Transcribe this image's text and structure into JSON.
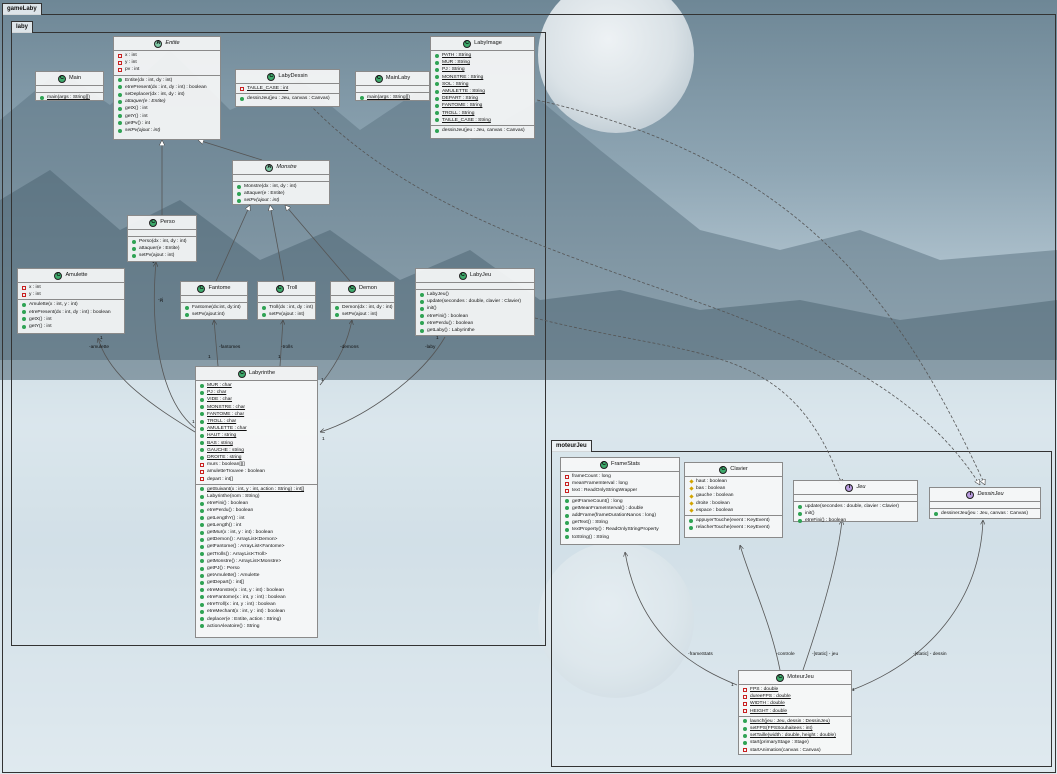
{
  "packages": {
    "outer": "gameLaby",
    "laby": "laby",
    "moteur": "moteurJeu"
  },
  "classes": {
    "entite": {
      "kind": "A",
      "name": "Entite",
      "italic": true,
      "fields": [
        {
          "v": "pv",
          "t": "x : int"
        },
        {
          "v": "pv",
          "t": "y : int"
        },
        {
          "v": "pv",
          "t": "pv : int"
        }
      ],
      "methods": [
        {
          "v": "pu",
          "t": "Entite(dx : int, dy : int)"
        },
        {
          "v": "pu",
          "t": "etrePresent(dx : int, dy : int) : boolean"
        },
        {
          "v": "pu",
          "t": "seDeplacer(dx : int, dy : int)"
        },
        {
          "v": "pu",
          "t": "attaquer(e : Entite)",
          "s": "ab"
        },
        {
          "v": "pu",
          "t": "getX() : int"
        },
        {
          "v": "pu",
          "t": "getY() : int"
        },
        {
          "v": "pu",
          "t": "getPv() : int"
        },
        {
          "v": "pu",
          "t": "setPv(ajout : int)",
          "s": "ab"
        }
      ]
    },
    "main": {
      "kind": "C",
      "name": "Main",
      "fields": [],
      "methods": [
        {
          "v": "pu",
          "t": "main(args : String[])",
          "s": "st"
        }
      ]
    },
    "labydessin": {
      "kind": "C",
      "name": "LabyDessin",
      "fields": [
        {
          "v": "pv",
          "t": "TAILLE_CASE : int",
          "s": "st"
        }
      ],
      "methods": [
        {
          "v": "pu",
          "t": "dessinJeu(jeu : Jeu, canvas : Canvas)"
        }
      ]
    },
    "mainlaby": {
      "kind": "C",
      "name": "MainLaby",
      "fields": [],
      "methods": [
        {
          "v": "pu",
          "t": "main(args : String[])",
          "s": "st"
        }
      ]
    },
    "labyimage": {
      "kind": "C",
      "name": "LabyImage",
      "fields": [
        {
          "v": "pu",
          "t": "PATH : String",
          "s": "st"
        },
        {
          "v": "pu",
          "t": "MUR : String",
          "s": "st"
        },
        {
          "v": "pu",
          "t": "PJ : String",
          "s": "st"
        },
        {
          "v": "pu",
          "t": "MONSTRE : String",
          "s": "st"
        },
        {
          "v": "pu",
          "t": "SOL : String",
          "s": "st"
        },
        {
          "v": "pu",
          "t": "AMULETTE : String",
          "s": "st"
        },
        {
          "v": "pu",
          "t": "DEPART : String",
          "s": "st"
        },
        {
          "v": "pu",
          "t": "FANTOME : String",
          "s": "st"
        },
        {
          "v": "pu",
          "t": "TROLL : String",
          "s": "st"
        },
        {
          "v": "pu",
          "t": "TAILLE_CASE : String",
          "s": "st"
        }
      ],
      "methods": [
        {
          "v": "pu",
          "t": "dessinJeu(jeu : Jeu, canvas : Canvas)"
        }
      ]
    },
    "monstre": {
      "kind": "A",
      "name": "Monstre",
      "italic": true,
      "fields": [],
      "methods": [
        {
          "v": "pu",
          "t": "Monstre(dx : int, dy : int)"
        },
        {
          "v": "pu",
          "t": "attaquer(e : Entite)"
        },
        {
          "v": "pu",
          "t": "setPv(ajout : int)",
          "s": "ab"
        }
      ]
    },
    "perso": {
      "kind": "C",
      "name": "Perso",
      "fields": [],
      "methods": [
        {
          "v": "pu",
          "t": "Perso(dx : int, dy : int)"
        },
        {
          "v": "pu",
          "t": "attaquer(e : Entite)"
        },
        {
          "v": "pu",
          "t": "setPv(ajout : int)"
        }
      ]
    },
    "amulette": {
      "kind": "C",
      "name": "Amulette",
      "fields": [
        {
          "v": "pv",
          "t": "x : int"
        },
        {
          "v": "pv",
          "t": "y : int"
        }
      ],
      "methods": [
        {
          "v": "pu",
          "t": "Amulette(x : int, y : int)"
        },
        {
          "v": "pu",
          "t": "etrePresent(dx : int, dy : int) : boolean"
        },
        {
          "v": "pu",
          "t": "getX() : int"
        },
        {
          "v": "pu",
          "t": "getY() : int"
        }
      ]
    },
    "fantome": {
      "kind": "C",
      "name": "Fantome",
      "fields": [],
      "methods": [
        {
          "v": "pu",
          "t": "Fantome(dx:int, dy:int)"
        },
        {
          "v": "pu",
          "t": "setPv(ajout:int)"
        }
      ]
    },
    "troll": {
      "kind": "C",
      "name": "Troll",
      "fields": [],
      "methods": [
        {
          "v": "pu",
          "t": "Troll(dx : int, dy : int)"
        },
        {
          "v": "pu",
          "t": "setPv(ajout : int)"
        }
      ]
    },
    "demon": {
      "kind": "C",
      "name": "Demon",
      "fields": [],
      "methods": [
        {
          "v": "pu",
          "t": "Demon(dx : int, dy : int)"
        },
        {
          "v": "pu",
          "t": "setPv(ajout : int)"
        }
      ]
    },
    "labyjeu": {
      "kind": "C",
      "name": "LabyJeu",
      "fields": [],
      "methods": [
        {
          "v": "pu",
          "t": "LabyJeu()"
        },
        {
          "v": "pu",
          "t": "update(secondes : double, clavier : Clavier)"
        },
        {
          "v": "pu",
          "t": "init()"
        },
        {
          "v": "pu",
          "t": "etreFini() : boolean"
        },
        {
          "v": "pu",
          "t": "etrePerdu() : boolean"
        },
        {
          "v": "pu",
          "t": "getLaby() : Labyrinthe"
        }
      ]
    },
    "labyrinthe": {
      "kind": "C",
      "name": "Labyrinthe",
      "fields": [
        {
          "v": "pu",
          "t": "MUR : char",
          "s": "st"
        },
        {
          "v": "pu",
          "t": "PJ : char",
          "s": "st"
        },
        {
          "v": "pu",
          "t": "VIDE : char",
          "s": "st"
        },
        {
          "v": "pu",
          "t": "MONSTRE : char",
          "s": "st"
        },
        {
          "v": "pu",
          "t": "FANTOME : char",
          "s": "st"
        },
        {
          "v": "pu",
          "t": "TROLL : char",
          "s": "st"
        },
        {
          "v": "pu",
          "t": "AMULETTE : char",
          "s": "st"
        },
        {
          "v": "pu",
          "t": "HAUT : string",
          "s": "st"
        },
        {
          "v": "pu",
          "t": "BAS : string",
          "s": "st"
        },
        {
          "v": "pu",
          "t": "GAUCHE : string",
          "s": "st"
        },
        {
          "v": "pu",
          "t": "DROITE : string",
          "s": "st"
        },
        {
          "v": "pv",
          "t": "murs : boolean[][]"
        },
        {
          "v": "pv",
          "t": "amuletteTrouvee : boolean"
        },
        {
          "v": "pv",
          "t": "depart : int[]"
        }
      ],
      "methods": [
        {
          "v": "pu",
          "t": "getSuivant(x : int, y : int, action : String) : int[]",
          "s": "st"
        },
        {
          "v": "pu",
          "t": "Labyrinthe(nom : String)"
        },
        {
          "v": "pu",
          "t": "etreFini() : boolean"
        },
        {
          "v": "pu",
          "t": "etrePerdu() : boolean"
        },
        {
          "v": "pu",
          "t": "getLengthY() : int"
        },
        {
          "v": "pu",
          "t": "getLength() : int"
        },
        {
          "v": "pu",
          "t": "getMur(x : int, y : int) : boolean"
        },
        {
          "v": "pu",
          "t": "getDemon() : ArrayList<Demon>"
        },
        {
          "v": "pu",
          "t": "getFantome() : ArrayList<Fantome>"
        },
        {
          "v": "pu",
          "t": "getTrolls() : ArrayList<Troll>"
        },
        {
          "v": "pu",
          "t": "getMonstre() : ArrayList<Monstre>"
        },
        {
          "v": "pu",
          "t": "getPJ() : Perso"
        },
        {
          "v": "pu",
          "t": "getAmulette() : Amulette"
        },
        {
          "v": "pu",
          "t": "getDepart() : int[]"
        },
        {
          "v": "pu",
          "t": "etreMonstre(x : int, y : int) : boolean"
        },
        {
          "v": "pu",
          "t": "etreFantome(x : int, y : int) : boolean"
        },
        {
          "v": "pu",
          "t": "etreTroll(x : int, y : int) : boolean"
        },
        {
          "v": "pu",
          "t": "etreMechant(x : int, y : int) : boolean"
        },
        {
          "v": "pu",
          "t": "deplacer(e : Entite, action : String)"
        },
        {
          "v": "pu",
          "t": "actionAleatoire() : String"
        }
      ]
    },
    "framestats": {
      "kind": "C",
      "name": "FrameStats",
      "fields": [
        {
          "v": "pv",
          "t": "frameCount : long"
        },
        {
          "v": "pv",
          "t": "meanFrameInterval : long"
        },
        {
          "v": "pv",
          "t": "text : ReadOnlyStringWrapper"
        }
      ],
      "methods": [
        {
          "v": "pu",
          "t": "getFrameCount() : long"
        },
        {
          "v": "pu",
          "t": "getMeanFrameInterval() : double"
        },
        {
          "v": "pu",
          "t": "addFrame(frameDurationNanos : long)"
        },
        {
          "v": "pu",
          "t": "getText() : String"
        },
        {
          "v": "pu",
          "t": "textProperty() : ReadOnlyStringProperty"
        },
        {
          "v": "pu",
          "t": "toString() : String"
        }
      ]
    },
    "clavier": {
      "kind": "C",
      "name": "Clavier",
      "fields": [
        {
          "v": "pt",
          "t": "haut : boolean"
        },
        {
          "v": "pt",
          "t": "bas : boolean"
        },
        {
          "v": "pt",
          "t": "gauche : boolean"
        },
        {
          "v": "pt",
          "t": "droite : boolean"
        },
        {
          "v": "pt",
          "t": "espace : boolean"
        }
      ],
      "methods": [
        {
          "v": "pu",
          "t": "appuyerTouche(event : KeyEvent)"
        },
        {
          "v": "pu",
          "t": "relacherTouche(event : KeyEvent)"
        }
      ]
    },
    "jeu": {
      "kind": "I",
      "name": "Jeu",
      "italic": true,
      "fields": [],
      "methods": [
        {
          "v": "pu",
          "t": "update(secondes : double, clavier : Clavier)"
        },
        {
          "v": "pu",
          "t": "init()"
        },
        {
          "v": "pu",
          "t": "etreFini() : boolean"
        }
      ]
    },
    "dessinjeu": {
      "kind": "I",
      "name": "DessinJeu",
      "italic": true,
      "fields": [],
      "methods": [
        {
          "v": "pu",
          "t": "dessinerJeu(jeu : Jeu, canvas : Canvas)"
        }
      ]
    },
    "moteurjeu": {
      "kind": "C",
      "name": "MoteurJeu",
      "fields": [
        {
          "v": "pv",
          "t": "FPS : double",
          "s": "st"
        },
        {
          "v": "pv",
          "t": "dureeFPS : double",
          "s": "st"
        },
        {
          "v": "pv",
          "t": "WIDTH : double",
          "s": "st"
        },
        {
          "v": "pv",
          "t": "HEIGHT : double",
          "s": "st"
        }
      ],
      "methods": [
        {
          "v": "pu",
          "t": "launch(jeu : Jeu, dessin : DessinJeu)",
          "s": "st"
        },
        {
          "v": "pu",
          "t": "setFPS(FPSSouhaitees : int)",
          "s": "st"
        },
        {
          "v": "pu",
          "t": "setTaille(width : double, height : double)",
          "s": "st"
        },
        {
          "v": "pu",
          "t": "start(primaryStage : Stage)"
        },
        {
          "v": "pv",
          "t": "startAnimation(canvas : Canvas)"
        }
      ]
    }
  },
  "edge_labels": {
    "pj": "-pj",
    "amulette": "-amulette",
    "fantomes": "-fantomes",
    "trolls": "-trolls",
    "demons": "-demons",
    "laby": "-laby",
    "framestats": "-frameStats",
    "controle": "-controle",
    "jeu": "-[static] - jeu",
    "dessin": "-[static] - dessin",
    "one": "1"
  }
}
